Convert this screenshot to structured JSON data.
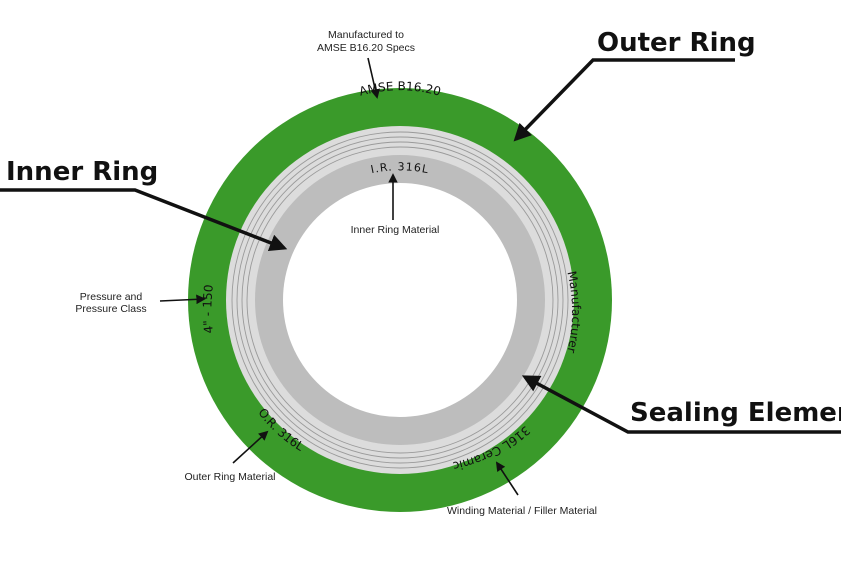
{
  "diagram": {
    "colors": {
      "outer_ring": "#3a9a2a",
      "sealing_element": "#dcdcdc",
      "winding_lines": "#9a9a9a",
      "inner_ring": "#bdbdbd",
      "arrow": "#111111"
    },
    "ring_labels": {
      "top": "AMSE B16.20",
      "right": "Manufacturer",
      "bottom_right": "316L Ceramic",
      "bottom_left": "O.R. 316L",
      "left": "4\" - 150",
      "inner": "I.R. 316L"
    },
    "callouts": {
      "outer_ring": "Outer Ring",
      "inner_ring": "Inner Ring",
      "sealing_element": "Sealing Element",
      "manufactured_line1": "Manufactured to",
      "manufactured_line2": "AMSE B16.20 Specs",
      "inner_ring_material": "Inner Ring Material",
      "pressure_line1": "Pressure and",
      "pressure_line2": "Pressure Class",
      "outer_ring_material": "Outer Ring Material",
      "winding_material": "Winding Material / Filler Material"
    }
  }
}
